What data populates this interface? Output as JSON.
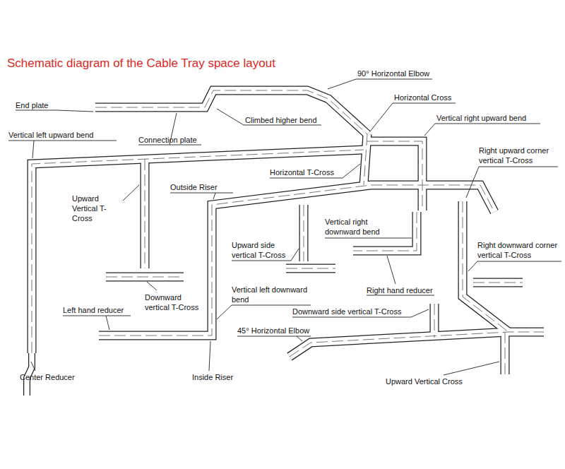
{
  "diagram": {
    "title": "Schematic diagram of the Cable Tray space layout",
    "labels": [
      "90° Horizontal Elbow",
      "End plate",
      "Horizontal Cross",
      "Climbed higher bend",
      "Vertical right upward bend",
      "Vertical left upward bend",
      "Connection plate",
      "Right upward corner vertical T-Cross",
      "Horizontal T-Cross",
      "Upward Vertical T-Cross",
      "Outside Riser",
      "Vertical right downward bend",
      "Upward side vertical T-Cross",
      "Right downward corner vertical T-Cross",
      "Downward vertical T-Cross",
      "Vertical left downward bend",
      "Right hand reducer",
      "Left hand reducer",
      "Downward side vertical T-Cross",
      "45° Horizontal Elbow",
      "Center Reducer",
      "Inside Riser",
      "Upward Vertical Cross"
    ]
  }
}
